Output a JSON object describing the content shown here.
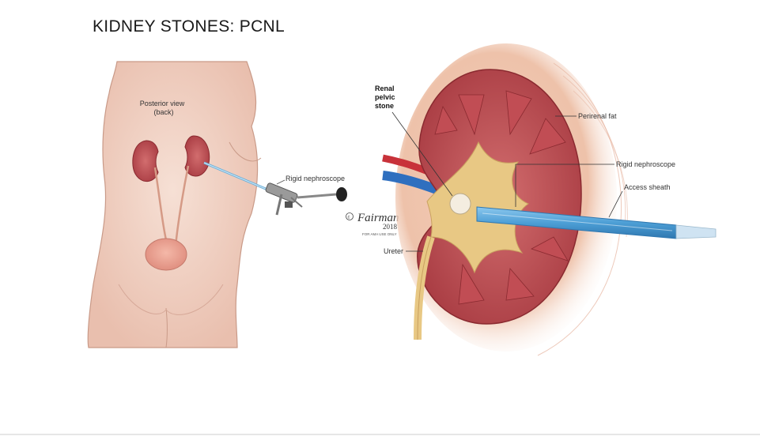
{
  "title": "KIDNEY STONES: PCNL",
  "labels": {
    "posterior_view_line1": "Posterior view",
    "posterior_view_line2": "(back)",
    "rigid_nephroscope_left": "Rigid nephroscope",
    "renal_pelvic_stone_line1": "Renal",
    "renal_pelvic_stone_line2": "pelvic",
    "renal_pelvic_stone_line3": "stone",
    "perirenal_fat": "Perirenal fat",
    "rigid_nephroscope_right": "Rigid nephroscope",
    "access_sheath": "Access sheath",
    "ureter": "Ureter"
  },
  "signature": {
    "name": "Fairman",
    "year": "2018",
    "note": "FOR AMA USE ONLY"
  },
  "colors": {
    "skin": "#f2d2c3",
    "kidney": "#b8444a",
    "pelvis": "#e8c884",
    "sheath": "#5aa9dd",
    "artery": "#c8323a",
    "vein": "#2f6fbf"
  }
}
